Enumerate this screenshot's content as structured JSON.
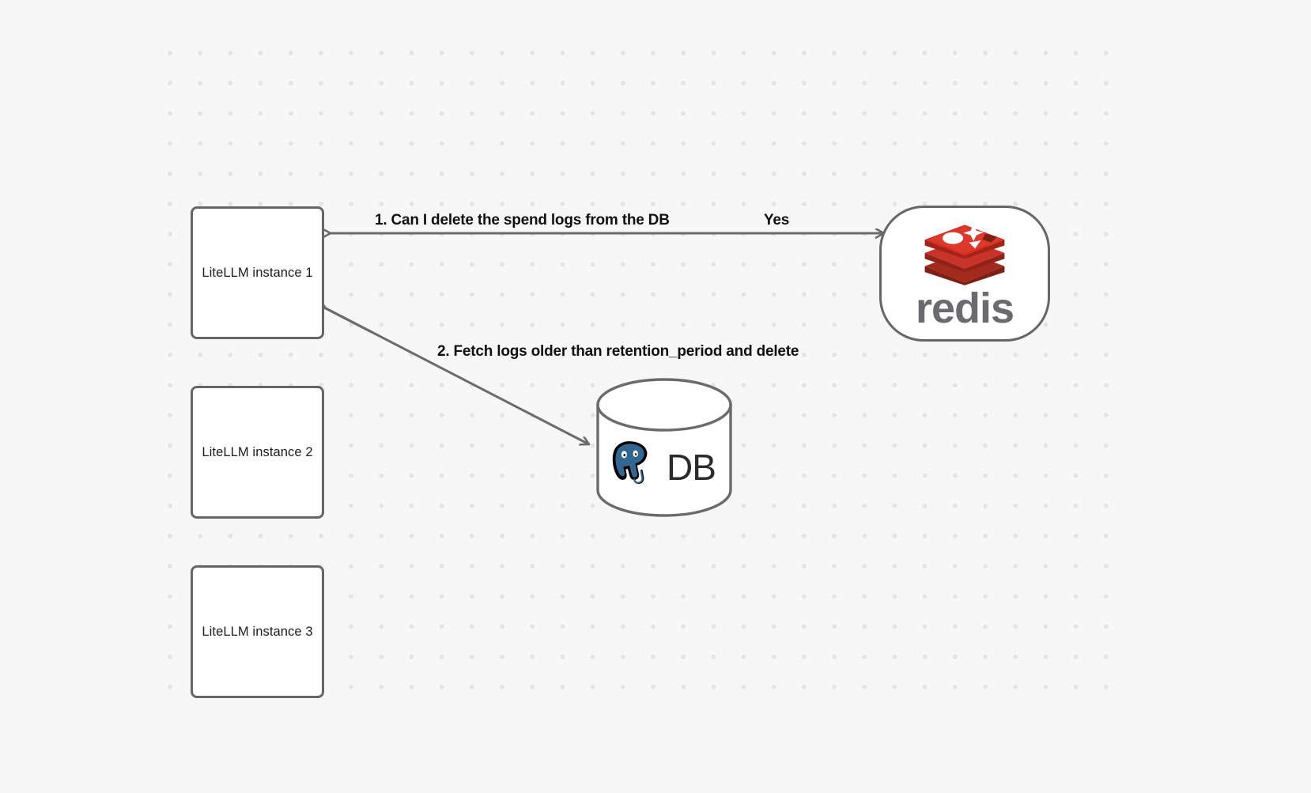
{
  "canvas": {
    "background_color": "#f7f7f8",
    "grid_dot_color": "#e4e4e6"
  },
  "nodes": [
    {
      "id": "litellm-1",
      "label": "LiteLLM instance 1",
      "type": "box"
    },
    {
      "id": "litellm-2",
      "label": "LiteLLM instance 2",
      "type": "box"
    },
    {
      "id": "litellm-3",
      "label": "LiteLLM instance 3",
      "type": "box"
    },
    {
      "id": "redis",
      "label": "redis",
      "type": "rounded-box",
      "logo": "redis-logo-icon",
      "logo_color": "#d82c20",
      "wordmark_color": "#6b6b6f"
    },
    {
      "id": "postgres-db",
      "label": "DB",
      "type": "cylinder",
      "logo": "postgresql-elephant-icon",
      "logo_color": "#336791"
    }
  ],
  "edges": [
    {
      "id": "edge-1",
      "from": "redis",
      "to": "litellm-1",
      "label": "1.  Can I delete the spend logs from the DB",
      "secondary_label": "Yes",
      "stroke_color": "#6b6b6d"
    },
    {
      "id": "edge-2",
      "from": "litellm-1",
      "to": "postgres-db",
      "label": "2.  Fetch logs older than retention_period and delete",
      "stroke_color": "#6b6b6d"
    }
  ]
}
